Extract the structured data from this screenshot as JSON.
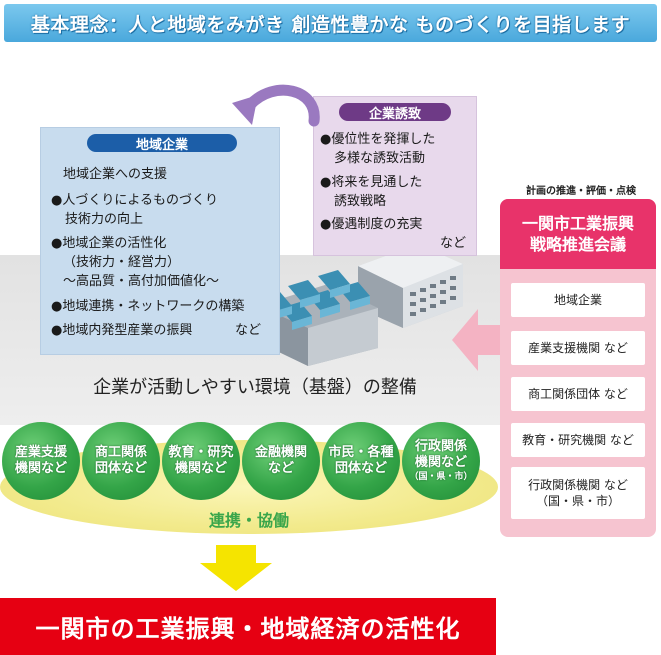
{
  "banner": {
    "text": "基本理念：人と地域をみがき 創造性豊かな ものづくりを目指します"
  },
  "local_companies": {
    "title": "地域企業",
    "support": "地域企業への支援",
    "item1_line1": "●人づくりによるものづくり",
    "item1_line2": "技術力の向上",
    "item2_line1": "●地域企業の活性化",
    "item2_line2": "（技術力・経営力）",
    "item2_line3": "～高品質・高付加価値化～",
    "item3": "●地域連携・ネットワークの構築",
    "item4": "●地域内発型産業の振興",
    "item4_suffix": "など"
  },
  "attraction": {
    "title": "企業誘致",
    "item1_line1": "●優位性を発揮した",
    "item1_line2": "多様な誘致活動",
    "item2_line1": "●将来を見通した",
    "item2_line2": "誘致戦略",
    "item3": "●優遇制度の充実",
    "suffix": "など"
  },
  "environment_text": "企業が活動しやすい環境（基盤）の整備",
  "planning_label": "計画の推進・評価・点検",
  "council": {
    "line1": "一関市工業振興",
    "line2": "戦略推進会議",
    "members": [
      {
        "line1": "地域企業",
        "line2": ""
      },
      {
        "line1": "産業支援機関 など",
        "line2": ""
      },
      {
        "line1": "商工関係団体 など",
        "line2": ""
      },
      {
        "line1": "教育・研究機関 など",
        "line2": ""
      },
      {
        "line1": "行政関係機関 など",
        "line2": "（国・県・市）"
      }
    ]
  },
  "circles": [
    {
      "line1": "産業支援",
      "line2": "機関など",
      "sub": ""
    },
    {
      "line1": "商工関係",
      "line2": "団体など",
      "sub": ""
    },
    {
      "line1": "教育・研究",
      "line2": "機関など",
      "sub": ""
    },
    {
      "line1": "金融機関",
      "line2": "など",
      "sub": ""
    },
    {
      "line1": "市民・各種",
      "line2": "団体など",
      "sub": ""
    },
    {
      "line1": "行政関係",
      "line2": "機関など",
      "sub": "（国・県・市）"
    }
  ],
  "cooperation_text": "連携・協働",
  "goal_text": "一関市の工業振興・地域経済の活性化",
  "colors": {
    "banner_blue": "#4aa8dc",
    "local_panel": "#c8dcee",
    "local_pill": "#1c5ea8",
    "attraction_panel": "#e8d9ec",
    "attraction_pill": "#6e3a86",
    "council_pink": "#e8336a",
    "circle_green": "#34a548",
    "cooperation_green": "#3aa64b",
    "goal_red": "#e60012",
    "arrow_yellow": "#f5e400"
  }
}
